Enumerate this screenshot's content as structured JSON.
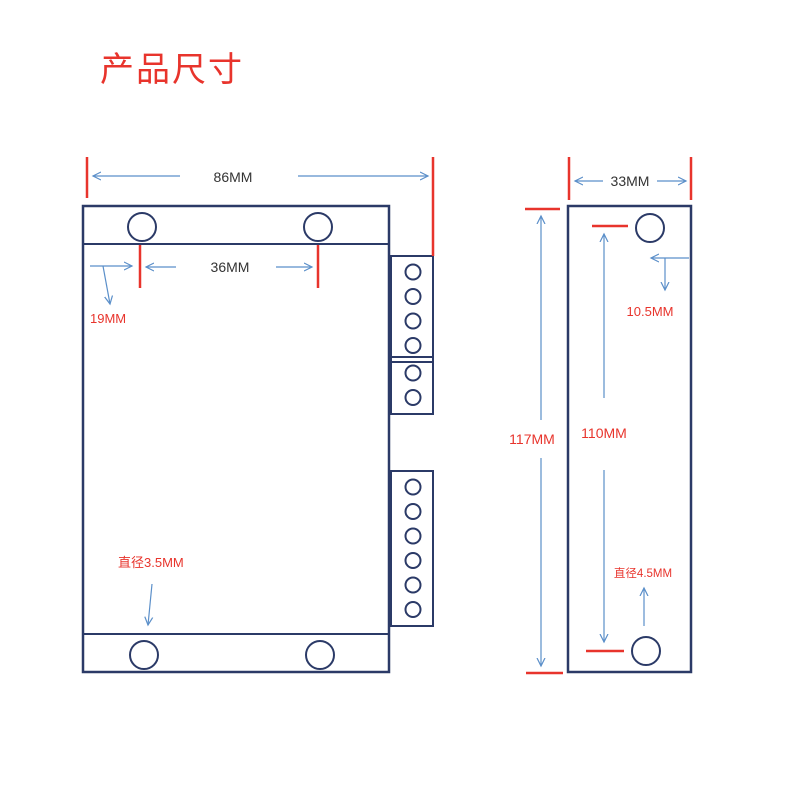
{
  "title": "产品尺寸",
  "labels": {
    "width_total": "86MM",
    "hole_spacing_h": "36MM",
    "hole_offset": "19MM",
    "hole_diameter_front": "直径3.5MM",
    "depth": "33MM",
    "height_total": "117MM",
    "hole_spacing_v": "110MM",
    "hole_offset_side": "10.5MM",
    "hole_diameter_side": "直径4.5MM"
  },
  "colors": {
    "outline": "#2b3a67",
    "arrow": "#5b8fc9",
    "accent": "#e8342c",
    "label_dark": "#333333"
  },
  "terminal_blocks": [
    {
      "pins": 4
    },
    {
      "pins": 2
    },
    {
      "pins": 6
    }
  ]
}
